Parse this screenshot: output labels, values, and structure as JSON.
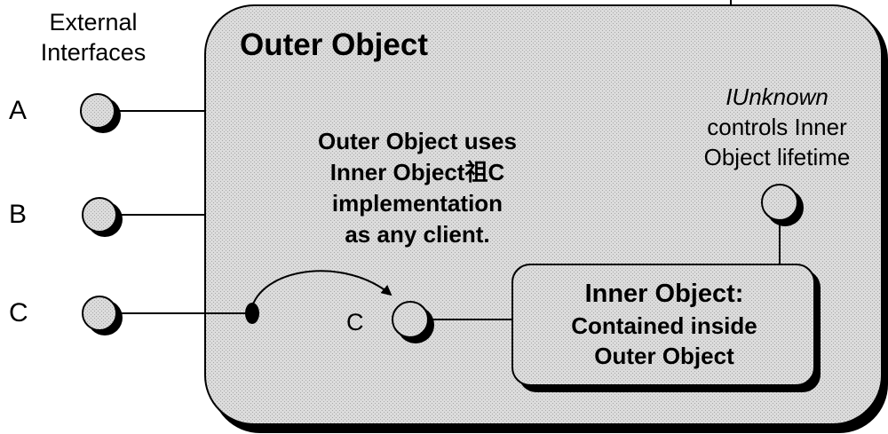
{
  "external_interfaces_heading": [
    "External",
    "Interfaces"
  ],
  "interfaces": [
    {
      "label": "A"
    },
    {
      "label": "B"
    },
    {
      "label": "C"
    }
  ],
  "outer_object": {
    "title": "Outer Object",
    "usage_note": [
      "Outer Object uses",
      "Inner Object祖C",
      "implementation",
      "as any client."
    ],
    "iunknown_note": {
      "interface_name": "IUnknown",
      "lines": [
        "controls Inner",
        "Object lifetime"
      ]
    }
  },
  "inner_object": {
    "title": "Inner Object:",
    "subtitle": [
      "Contained inside",
      "Outer Object"
    ],
    "interface_label": "C"
  },
  "colors": {
    "box_fill": "#dcdcdc",
    "box_texture_dot": "#a8a8a8",
    "shadow": "#000000",
    "stroke": "#000000",
    "lollipop_fill": "#d8d8d8"
  }
}
